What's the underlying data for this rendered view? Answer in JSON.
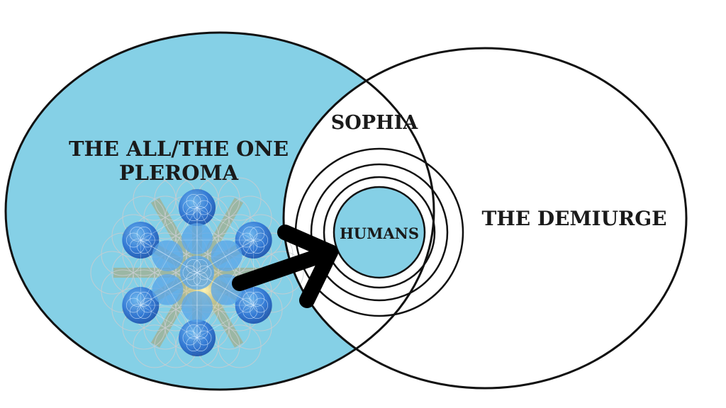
{
  "labels": {
    "all_one": "THE ALL/THE ONE",
    "pleroma": "PLEROMA",
    "sophia": "SOPHIA",
    "humans": "HUMANS",
    "demiurge": "THE DEMIURGE"
  },
  "colors": {
    "pleroma_fill": "#85d0e6",
    "humans_fill": "#85d0e6",
    "outline": "#111111",
    "arrow": "#000000",
    "flower_line": "#c8ccd0",
    "flower_dark": "#1f5fc8",
    "flower_light": "#5aa6e8",
    "flower_gold": "#b59a54"
  },
  "icons": {
    "flower_of_life": "flower-of-life-icon",
    "arrow": "arrow-icon"
  }
}
